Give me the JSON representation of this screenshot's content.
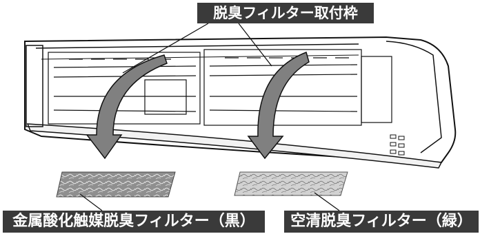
{
  "labels": {
    "frame": "脱臭フィルター取付枠",
    "black_filter": "金属酸化触媒脱臭フィルター（黒）",
    "green_filter": "空清脱臭フィルター（緑）"
  },
  "colors": {
    "label_bg": "#3a3a3a",
    "line": "#111111",
    "arrow_fill": "#808080",
    "filter_black": "#8f8f8f",
    "filter_green": "#cfcfcf"
  }
}
